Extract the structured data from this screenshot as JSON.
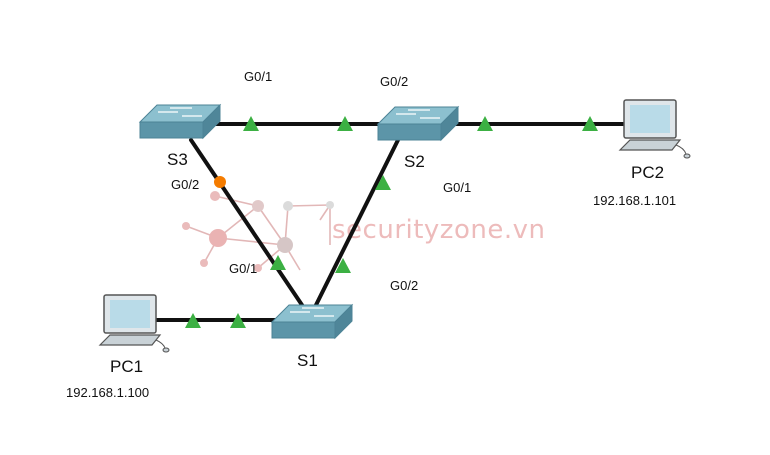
{
  "devices": {
    "s3": {
      "label": "S3"
    },
    "s2": {
      "label": "S2"
    },
    "s1": {
      "label": "S1"
    },
    "pc1": {
      "label": "PC1",
      "ip": "192.168.1.100"
    },
    "pc2": {
      "label": "PC2",
      "ip": "192.168.1.101"
    }
  },
  "ports": {
    "s3_to_s2": "G0/1",
    "s2_to_s3": "G0/2",
    "s3_to_s1": "G0/2",
    "s1_to_s3": "G0/1",
    "s2_to_s1": "G0/1",
    "s1_to_s2": "G0/2"
  },
  "links": [
    {
      "from": "S3",
      "to": "S2",
      "status": [
        "up",
        "up"
      ]
    },
    {
      "from": "S2",
      "to": "PC2",
      "status": [
        "up",
        "up"
      ]
    },
    {
      "from": "S3",
      "to": "S1",
      "status": [
        "blocking",
        "up"
      ]
    },
    {
      "from": "S2",
      "to": "S1",
      "status": [
        "up",
        "up"
      ]
    },
    {
      "from": "PC1",
      "to": "S1",
      "status": [
        "up",
        "up"
      ]
    }
  ],
  "colors": {
    "link": "#111111",
    "port_up": "#3cb043",
    "port_blocking": "#f57c00",
    "switch_top": "#8cc0cf",
    "switch_side": "#5c95a8",
    "watermark": "#e8a5a5"
  },
  "watermark": {
    "text": "securityzone.vn"
  }
}
